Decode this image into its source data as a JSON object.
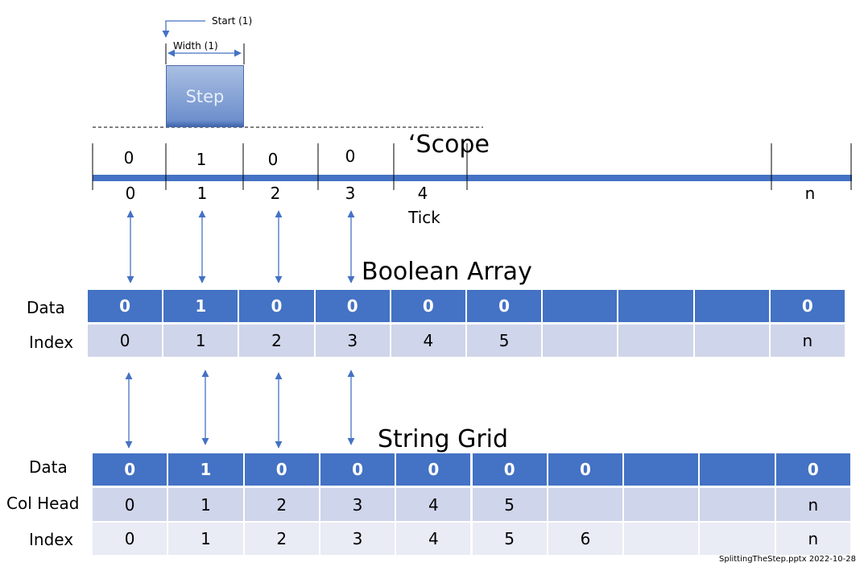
{
  "step": {
    "label": "Step",
    "start_label": "Start (1)",
    "width_label": "Width (1)"
  },
  "scope": {
    "title": "‘Scope",
    "values": [
      "0",
      "1",
      "0",
      "0"
    ],
    "ticks": [
      "0",
      "1",
      "2",
      "3",
      "4",
      "n"
    ],
    "tick_label": "Tick"
  },
  "boolean_array": {
    "title": "Boolean Array",
    "data_label": "Data",
    "index_label": "Index",
    "data": [
      "0",
      "1",
      "0",
      "0",
      "0",
      "0",
      "",
      "",
      "",
      "0"
    ],
    "index": [
      "0",
      "1",
      "2",
      "3",
      "4",
      "5",
      "",
      "",
      "",
      "n"
    ]
  },
  "string_grid": {
    "title": "String Grid",
    "data_label": "Data",
    "colhead_label": "Col Head",
    "index_label": "Index",
    "data": [
      "0",
      "1",
      "0",
      "0",
      "0",
      "0",
      "0",
      "",
      "",
      "0"
    ],
    "col_head": [
      "0",
      "1",
      "2",
      "3",
      "4",
      "5",
      "",
      "",
      "",
      "n"
    ],
    "index": [
      "0",
      "1",
      "2",
      "3",
      "4",
      "5",
      "6",
      "",
      "",
      "n"
    ]
  },
  "footer": "SplittingTheStep.pptx 2022-10-28",
  "colors": {
    "accent": "#4472c4",
    "row_light": "#cfd5ea",
    "row_lighter": "#e9ebf5"
  }
}
